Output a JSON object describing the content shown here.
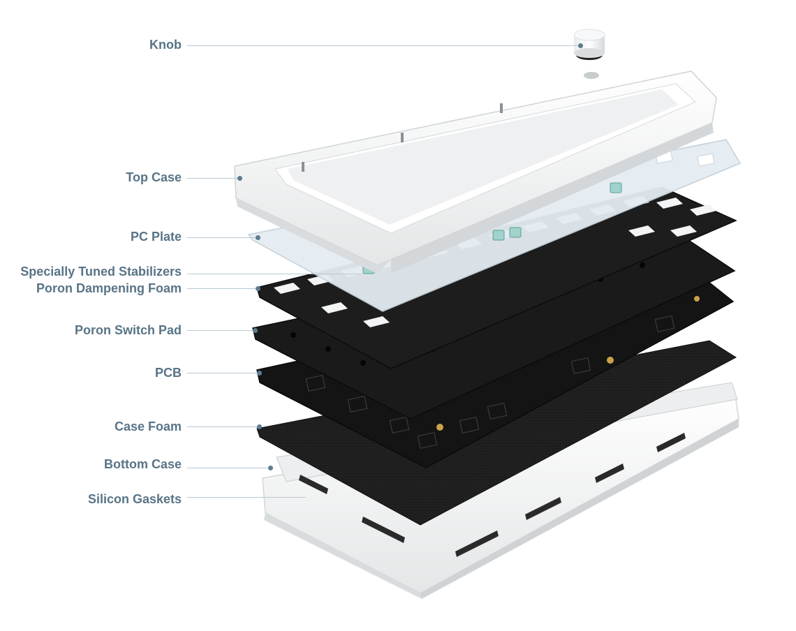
{
  "colors": {
    "label_text": "#587486",
    "leader_line": "#b9c8d2",
    "case_white": "#f4f5f5",
    "plate_clear": "#e3ecf3",
    "foam_black": "#1b1b1b",
    "pcb_black": "#131313",
    "stabilizer_teal": "#9fd3cc"
  },
  "callouts": [
    {
      "id": "knob",
      "text": "Knob"
    },
    {
      "id": "top-case",
      "text": "Top Case"
    },
    {
      "id": "pc-plate",
      "text": "PC Plate"
    },
    {
      "id": "stabilizers",
      "text": "Specially Tuned Stabilizers"
    },
    {
      "id": "poron-dampening-foam",
      "text": "Poron Dampening Foam"
    },
    {
      "id": "poron-switch-pad",
      "text": "Poron Switch Pad"
    },
    {
      "id": "pcb",
      "text": "PCB"
    },
    {
      "id": "case-foam",
      "text": "Case Foam"
    },
    {
      "id": "bottom-case",
      "text": "Bottom Case"
    },
    {
      "id": "silicon-gaskets",
      "text": "Silicon Gaskets"
    }
  ]
}
